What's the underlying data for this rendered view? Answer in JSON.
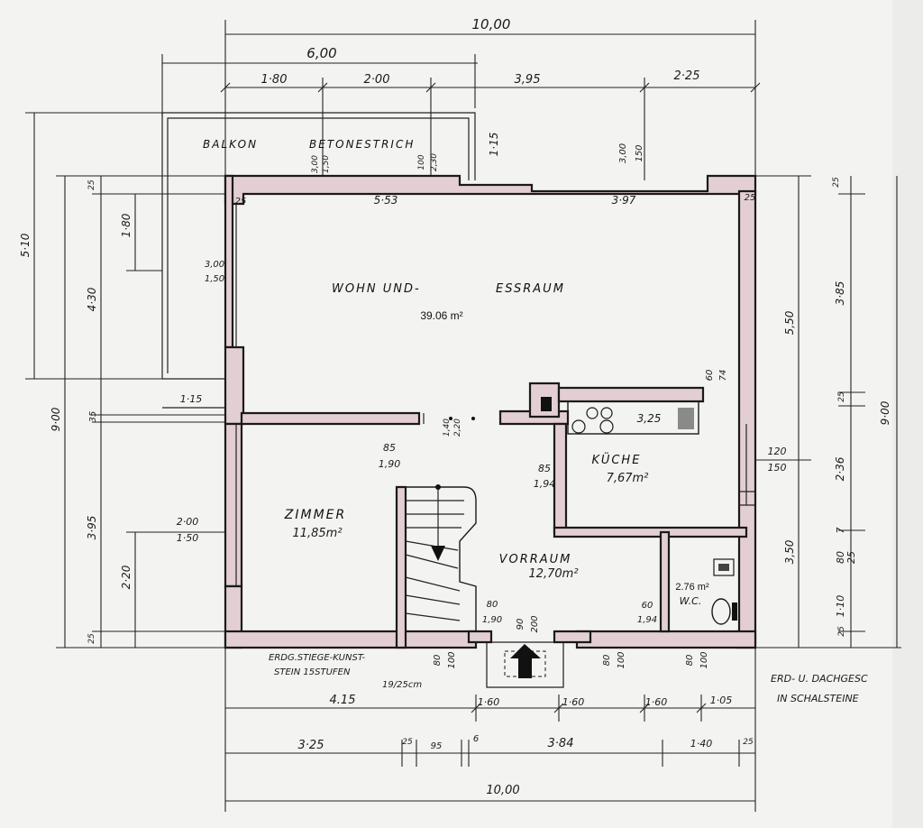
{
  "dimensions": {
    "top_total": "10,00",
    "top_partial": "6,00",
    "top_seg_1": "1·80",
    "top_seg_2": "2·00",
    "top_seg_3": "3,95",
    "top_seg_4": "2·25",
    "balcony_depth": "1·15",
    "wall_inner_1": "5·53",
    "wall_inner_2": "3·97",
    "corner_25_a": "25",
    "corner_25_b": "25",
    "window_left_top": "3,00",
    "window_left_bot": "1,50",
    "window_mid_top": "100",
    "window_mid_bot": "2,30",
    "window_right_top": "3,00",
    "window_right_bot": "150",
    "left_window_top": "3,00",
    "left_window_bot": "1,50",
    "left_510": "5·10",
    "left_430": "4·30",
    "left_180": "1·80",
    "left_25_top": "25",
    "left_900": "9·00",
    "left_35": "35",
    "left_395": "3·95",
    "left_220": "2·20",
    "left_25_bot": "25",
    "balcony_115": "1·15",
    "door_85_190_a": "85",
    "door_85_190_b": "1,90",
    "door_140_220_a": "1,40",
    "door_140_220_b": "2,20",
    "door_85_194_a": "85",
    "door_85_194_b": "1,94",
    "window_200_150_a": "2·00",
    "window_200_150_b": "1·50",
    "kitchen_325": "3,25",
    "kitchen_60_74_a": "60",
    "kitchen_60_74_b": "74",
    "right_120_150_a": "120",
    "right_120_150_b": "150",
    "stair_80_190_a": "80",
    "stair_80_190_b": "1,90",
    "wc_60_194_a": "60",
    "wc_60_194_b": "1,94",
    "entry_90_200_a": "90",
    "entry_90_200_b": "200",
    "bot_80_100_1a": "80",
    "bot_80_100_1b": "100",
    "bot_80_100_2a": "80",
    "bot_80_100_2b": "100",
    "bot_80_100_3a": "80",
    "bot_80_100_3b": "100",
    "right_550": "5,50",
    "right_385": "3·85",
    "right_25_a": "25",
    "right_900": "9·00",
    "right_236": "2·36",
    "right_350": "3,50",
    "right_80": "80",
    "right_7": "7",
    "right_25_b": "25",
    "right_110": "1·10",
    "right_25_c": "25",
    "right_25_top": "25",
    "bottom_415": "4.15",
    "bottom_160_a": "1·60",
    "bottom_160_b": "1·60",
    "bottom_160_c": "1·60",
    "bottom_105": "1·05",
    "bottom_325": "3·25",
    "bottom_25_a": "25",
    "bottom_95": "95",
    "bottom_6": "6",
    "bottom_384": "3·84",
    "bottom_140": "1·40",
    "bottom_25_b": "25",
    "bottom_total": "10,00"
  },
  "rooms": {
    "balkon": "BALKON",
    "betonestrich": "BETONESTRICH",
    "wohn": "WOHN  UND-",
    "essraum": "ESSRAUM",
    "wohn_area": "39.06 m²",
    "kueche": "KÜCHE",
    "kueche_area": "7,67m²",
    "zimmer": "ZIMMER",
    "zimmer_area": "11,85m²",
    "vorraum": "VORRAUM",
    "vorraum_area": "12,70m²",
    "wc_area": "2.76 m²",
    "wc": "W.C."
  },
  "notes": {
    "stair_line1": "ERDG.STIEGE-KUNST-",
    "stair_line2": "STEIN 15STUFEN",
    "stair_line3": "19/25cm",
    "title_line1": "ERD- U. DACHGESC",
    "title_line2": "IN SCHALSTEINE"
  }
}
